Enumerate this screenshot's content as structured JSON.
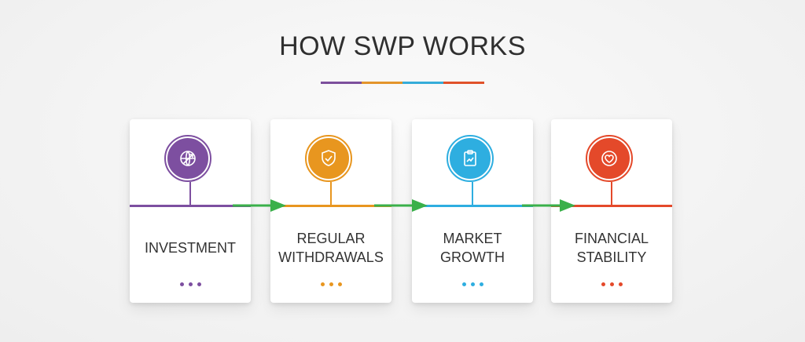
{
  "title": "HOW SWP WORKS",
  "underline_colors": [
    "#7c4f9c",
    "#e3952b",
    "#35acd9",
    "#e0512a"
  ],
  "arrow_color": "#3ab04a",
  "steps": [
    {
      "label": "INVESTMENT",
      "color": "#7d4fa0",
      "icon": "globe-arrow-icon"
    },
    {
      "label": "REGULAR\nWITHDRAWALS",
      "color": "#e8961f",
      "icon": "shield-check-icon"
    },
    {
      "label": "MARKET\nGROWTH",
      "color": "#2eaee0",
      "icon": "clipboard-chart-icon"
    },
    {
      "label": "FINANCIAL\nSTABILITY",
      "color": "#e4492a",
      "icon": "heart-badge-icon"
    }
  ]
}
